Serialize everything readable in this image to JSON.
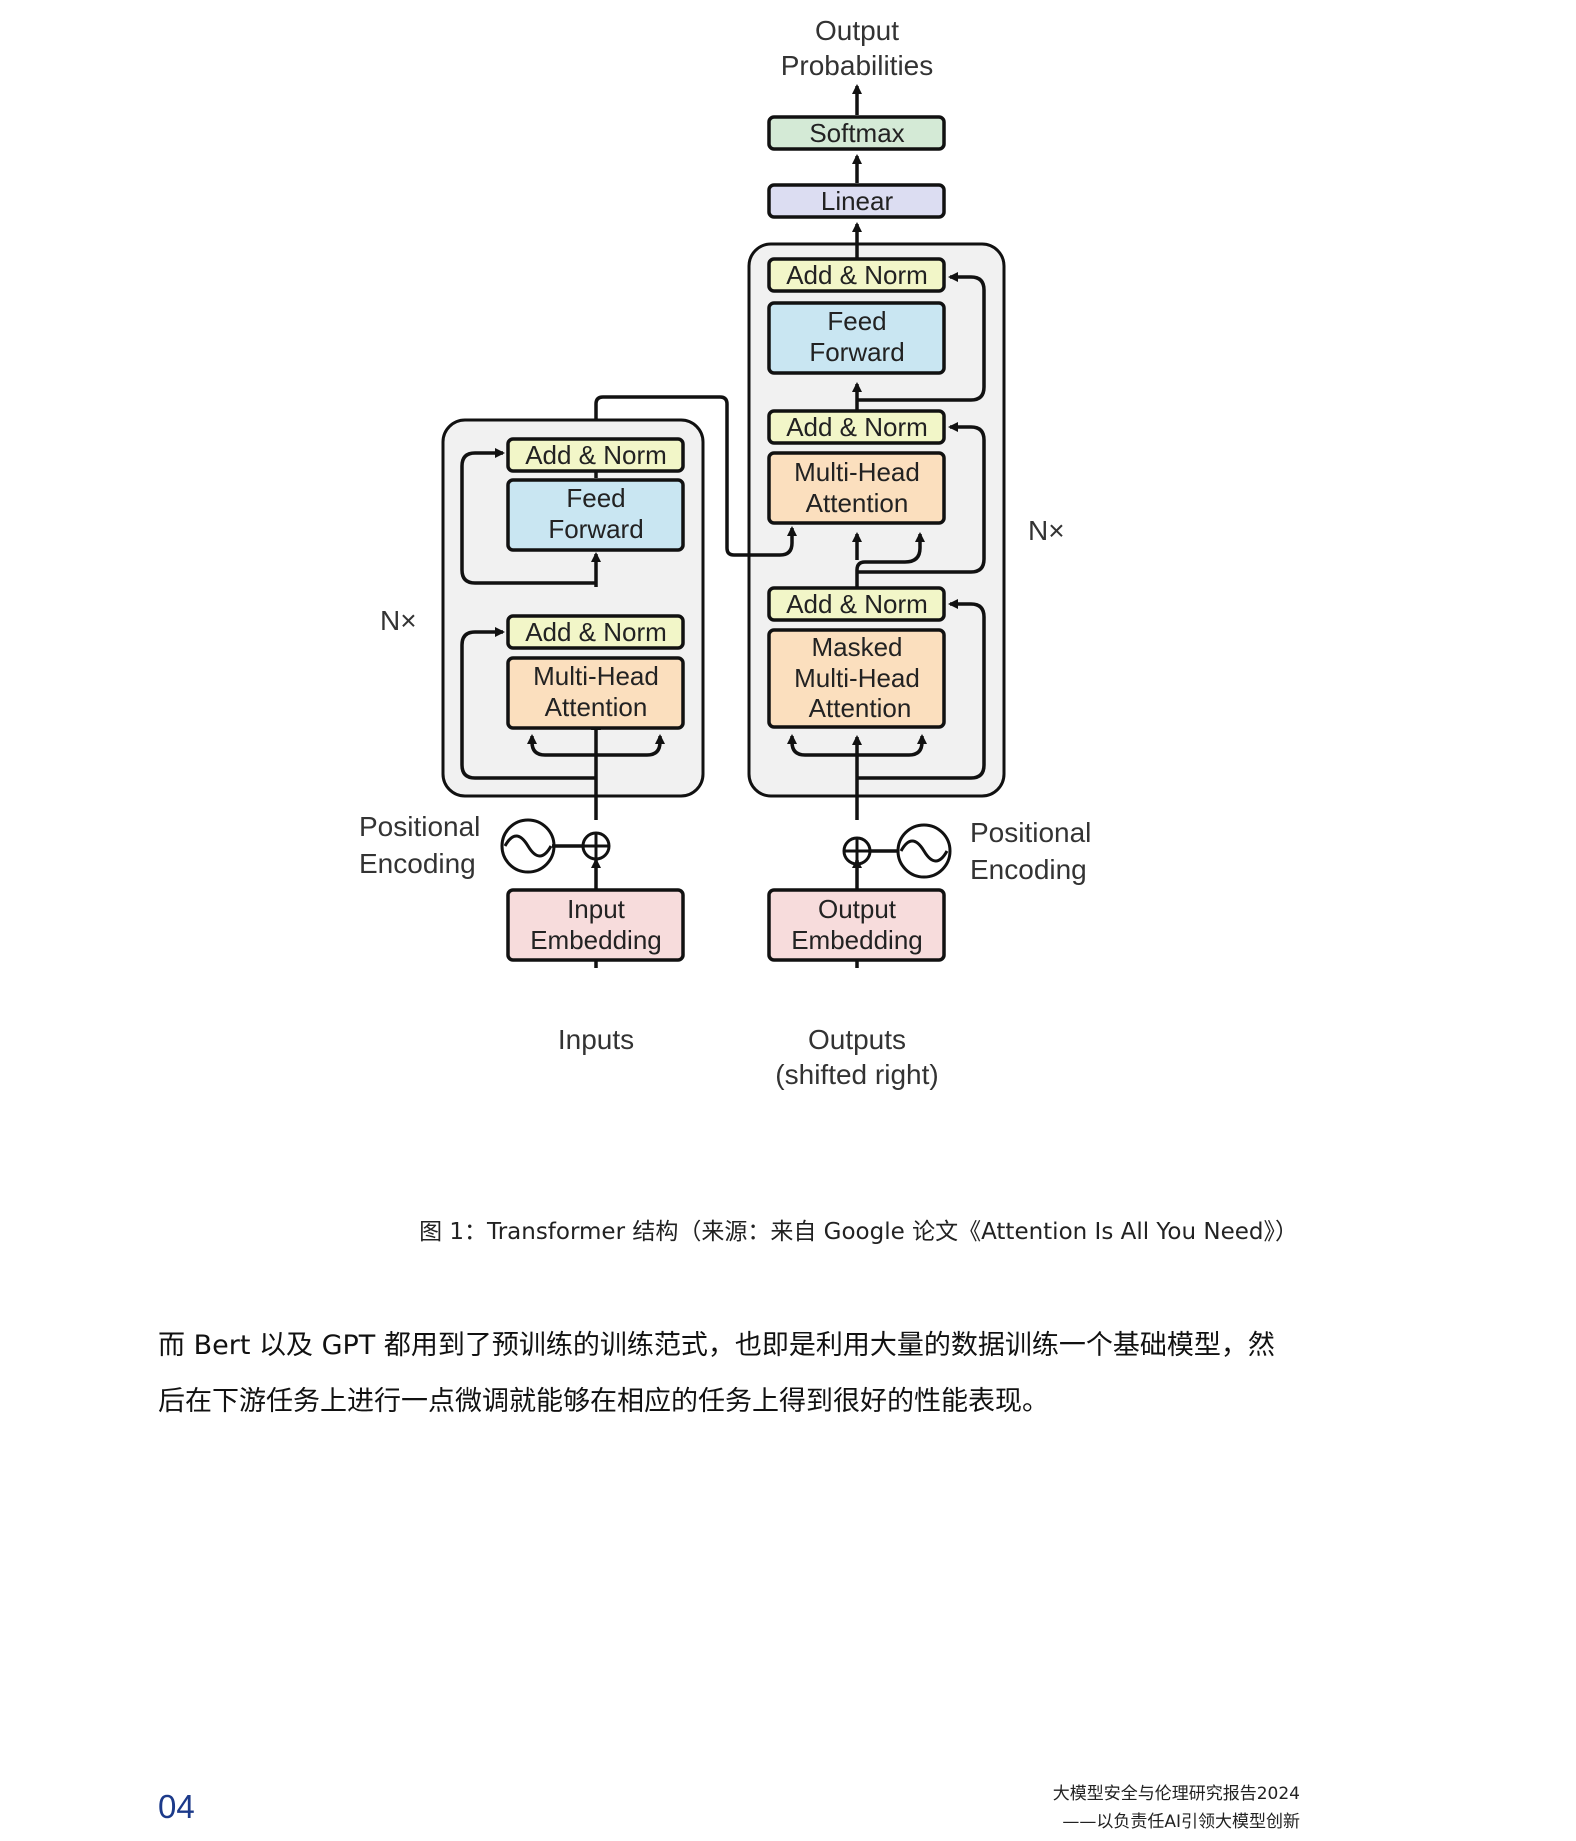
{
  "diagram": {
    "output_probs": [
      "Output",
      "Probabilities"
    ],
    "softmax": "Softmax",
    "linear": "Linear",
    "add_norm": "Add & Norm",
    "feed_forward": [
      "Feed",
      "Forward"
    ],
    "multi_head": [
      "Multi-Head",
      "Attention"
    ],
    "masked_multi_head": [
      "Masked",
      "Multi-Head",
      "Attention"
    ],
    "nx": "N×",
    "positional_encoding": [
      "Positional",
      "Encoding"
    ],
    "input_embedding": [
      "Input",
      "Embedding"
    ],
    "output_embedding": [
      "Output",
      "Embedding"
    ],
    "inputs": "Inputs",
    "outputs": [
      "Outputs",
      "(shifted right)"
    ],
    "colors": {
      "softmax": "#d4ead6",
      "linear": "#dcddf2",
      "add_norm": "#f2f6c8",
      "feed_forward": "#c9e6f2",
      "attention": "#fbdfbe",
      "embedding": "#f7dcdc",
      "stack_bg": "#f1f1f1"
    }
  },
  "caption": "图 1：Transformer 结构（来源：来自 Google 论文《Attention Is All You Need》）",
  "paragraph": [
    "而 Bert 以及 GPT 都用到了预训练的训练范式，也即是利用大量的数据训练一个基础模型，然",
    "后在下游任务上进行一点微调就能够在相应的任务上得到很好的性能表现。"
  ],
  "footer": {
    "page_number": "04",
    "title_line1": "大模型安全与伦理研究报告2024",
    "title_line2": "——以负责任AI引领大模型创新"
  }
}
